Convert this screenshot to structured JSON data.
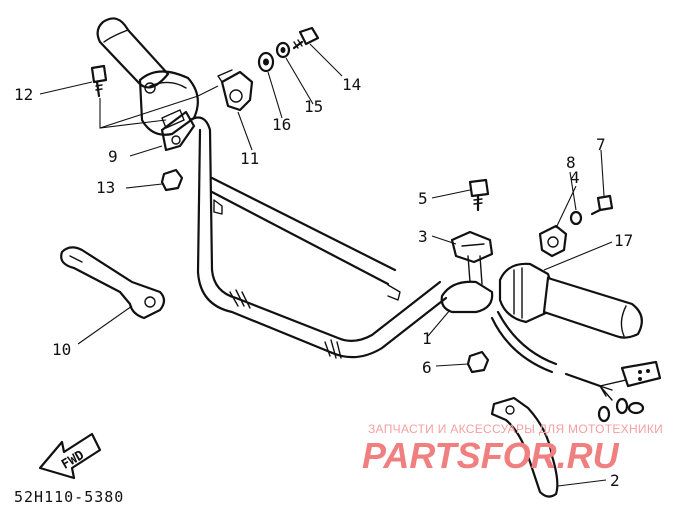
{
  "diagram": {
    "callouts": {
      "c1": "1",
      "c2": "2",
      "c3": "3",
      "c4": "4",
      "c5": "5",
      "c6": "6",
      "c7": "7",
      "c8": "8",
      "c9": "9",
      "c10": "10",
      "c11": "11",
      "c12": "12",
      "c13": "13",
      "c14": "14",
      "c15": "15",
      "c16": "16",
      "c17": "17"
    },
    "direction_label": "FWD",
    "drawing_code": "52H110-5380"
  },
  "watermark": {
    "tagline": "ЗАПЧАСТИ И АКСЕССУАРЫ ДЛЯ МОТОТЕХНИКИ",
    "logo_text": "PARTSFOR.RU"
  }
}
